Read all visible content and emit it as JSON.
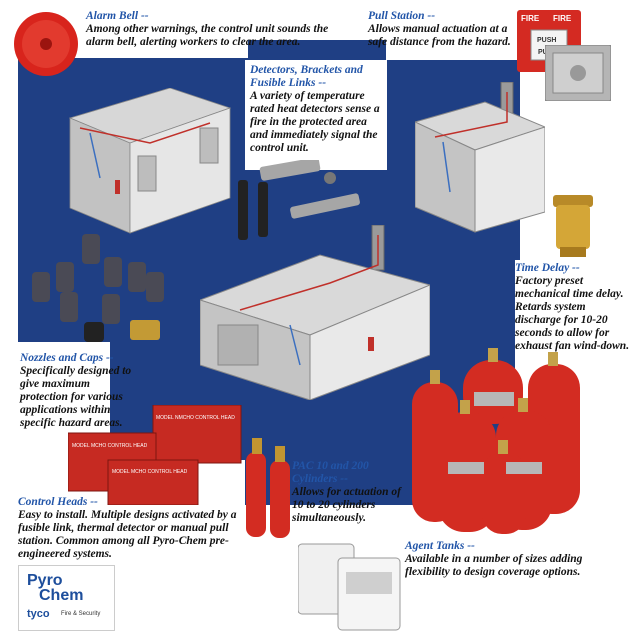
{
  "callouts": {
    "alarm_bell": {
      "title": "Alarm Bell --",
      "body": "Among other warnings, the control unit sounds the alarm bell, alerting workers to clear the area."
    },
    "pull_station": {
      "title": "Pull Station --",
      "body": "Allows manual actuation at a safe distance from the hazard."
    },
    "detectors": {
      "title": "Detectors, Brackets and Fusible Links --",
      "body": "A variety of temperature rated heat detectors sense a fire in the protected area and immediately signal the control unit."
    },
    "time_delay": {
      "title": "Time Delay --",
      "body": "Factory preset mechanical time delay. Retards system discharge for 10-20 seconds to allow for exhaust fan wind-down."
    },
    "nozzles": {
      "title": "Nozzles and Caps --",
      "body": "Specifically designed to give maximum protection for various applications within specific hazard areas."
    },
    "pac": {
      "title": "PAC 10 and 200 Cylinders --",
      "body": "Allows for actuation of 10 to 20 cylinders simultaneously."
    },
    "control_heads": {
      "title": "Control Heads --",
      "body": "Easy to install. Multiple designs activated by a fusible link, thermal detector or manual pull station. Common among all Pyro-Chem pre-engineered systems."
    },
    "agent_tanks": {
      "title": "Agent Tanks --",
      "body": "Available in a number of sizes adding flexibility to design coverage options."
    }
  },
  "pull_station_labels": {
    "fire_left": "FIRE",
    "fire_right": "FIRE",
    "push": "PUSH",
    "pull": "PULL"
  },
  "control_head_labels": [
    "MODEL NMCHO CONTROL HEAD",
    "MODEL MCHO CONTROL HEAD",
    "MODEL MCHO CONTROL HEAD"
  ],
  "logo": {
    "line1": "Pyro",
    "line2": "Chem",
    "brand": "tyco",
    "tag": "Fire & Security"
  }
}
